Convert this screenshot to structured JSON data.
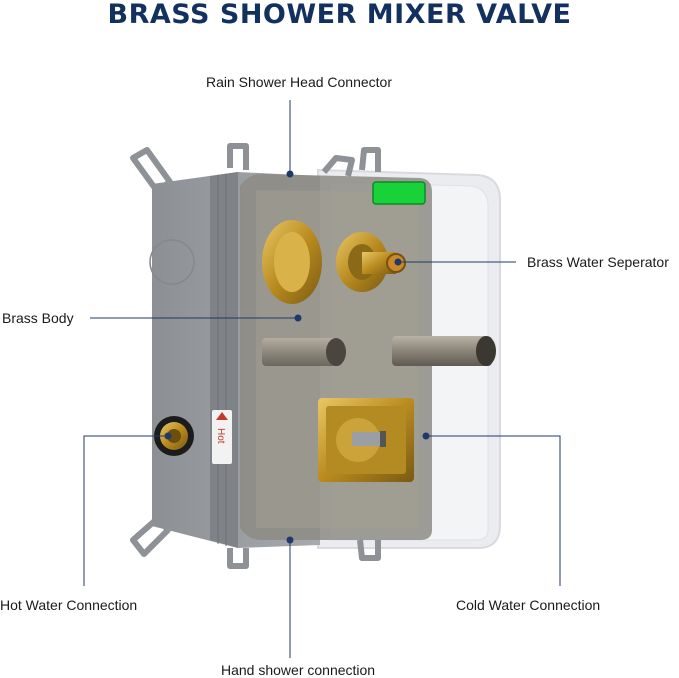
{
  "title": "BRASS SHOWER MIXER VALVE",
  "labels": {
    "rain_shower_head_connector": "Rain Shower Head Connector",
    "brass_water_seperator": "Brass Water Seperator",
    "brass_body": "Brass Body",
    "hot_water_connection": "Hot Water Connection",
    "cold_water_connection": "Cold Water Connection",
    "hand_shower_connection": "Hand shower connection"
  },
  "valve_marking": "Hot",
  "colors": {
    "title": "#13315f",
    "leader_line": "#1f3a68",
    "housing": "#9a9da1",
    "brass": "#c9a233",
    "indicator": "#19d23a",
    "hot_arrow": "#c0392b"
  }
}
